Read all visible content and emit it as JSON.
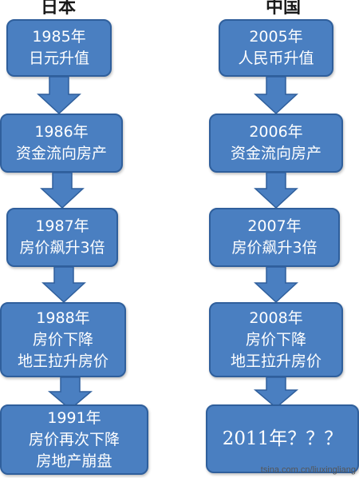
{
  "colors": {
    "box_fill": "#4a7fc1",
    "box_border": "#2f5f9c",
    "text": "#ffffff"
  },
  "columns": [
    {
      "title": "日本",
      "steps": [
        {
          "lines": [
            "1985年",
            "日元升值"
          ]
        },
        {
          "lines": [
            "1986年",
            "资金流向房产"
          ]
        },
        {
          "lines": [
            "1987年",
            "房价飙升3倍"
          ]
        },
        {
          "lines": [
            "1988年",
            "房价下降",
            "地王拉升房价"
          ]
        },
        {
          "lines": [
            "1991年",
            "房价再次下降",
            "房地产崩盘"
          ]
        }
      ]
    },
    {
      "title": "中国",
      "steps": [
        {
          "lines": [
            "2005年",
            "人民币升值"
          ]
        },
        {
          "lines": [
            "2006年",
            "资金流向房产"
          ]
        },
        {
          "lines": [
            "2007年",
            "房价飙升3倍"
          ]
        },
        {
          "lines": [
            "2008年",
            "房价下降",
            "地王拉升房价"
          ]
        },
        {
          "lines": [
            "2011年？？？"
          ]
        }
      ]
    }
  ],
  "watermark": "tsina.com.cn/liuxingliang"
}
